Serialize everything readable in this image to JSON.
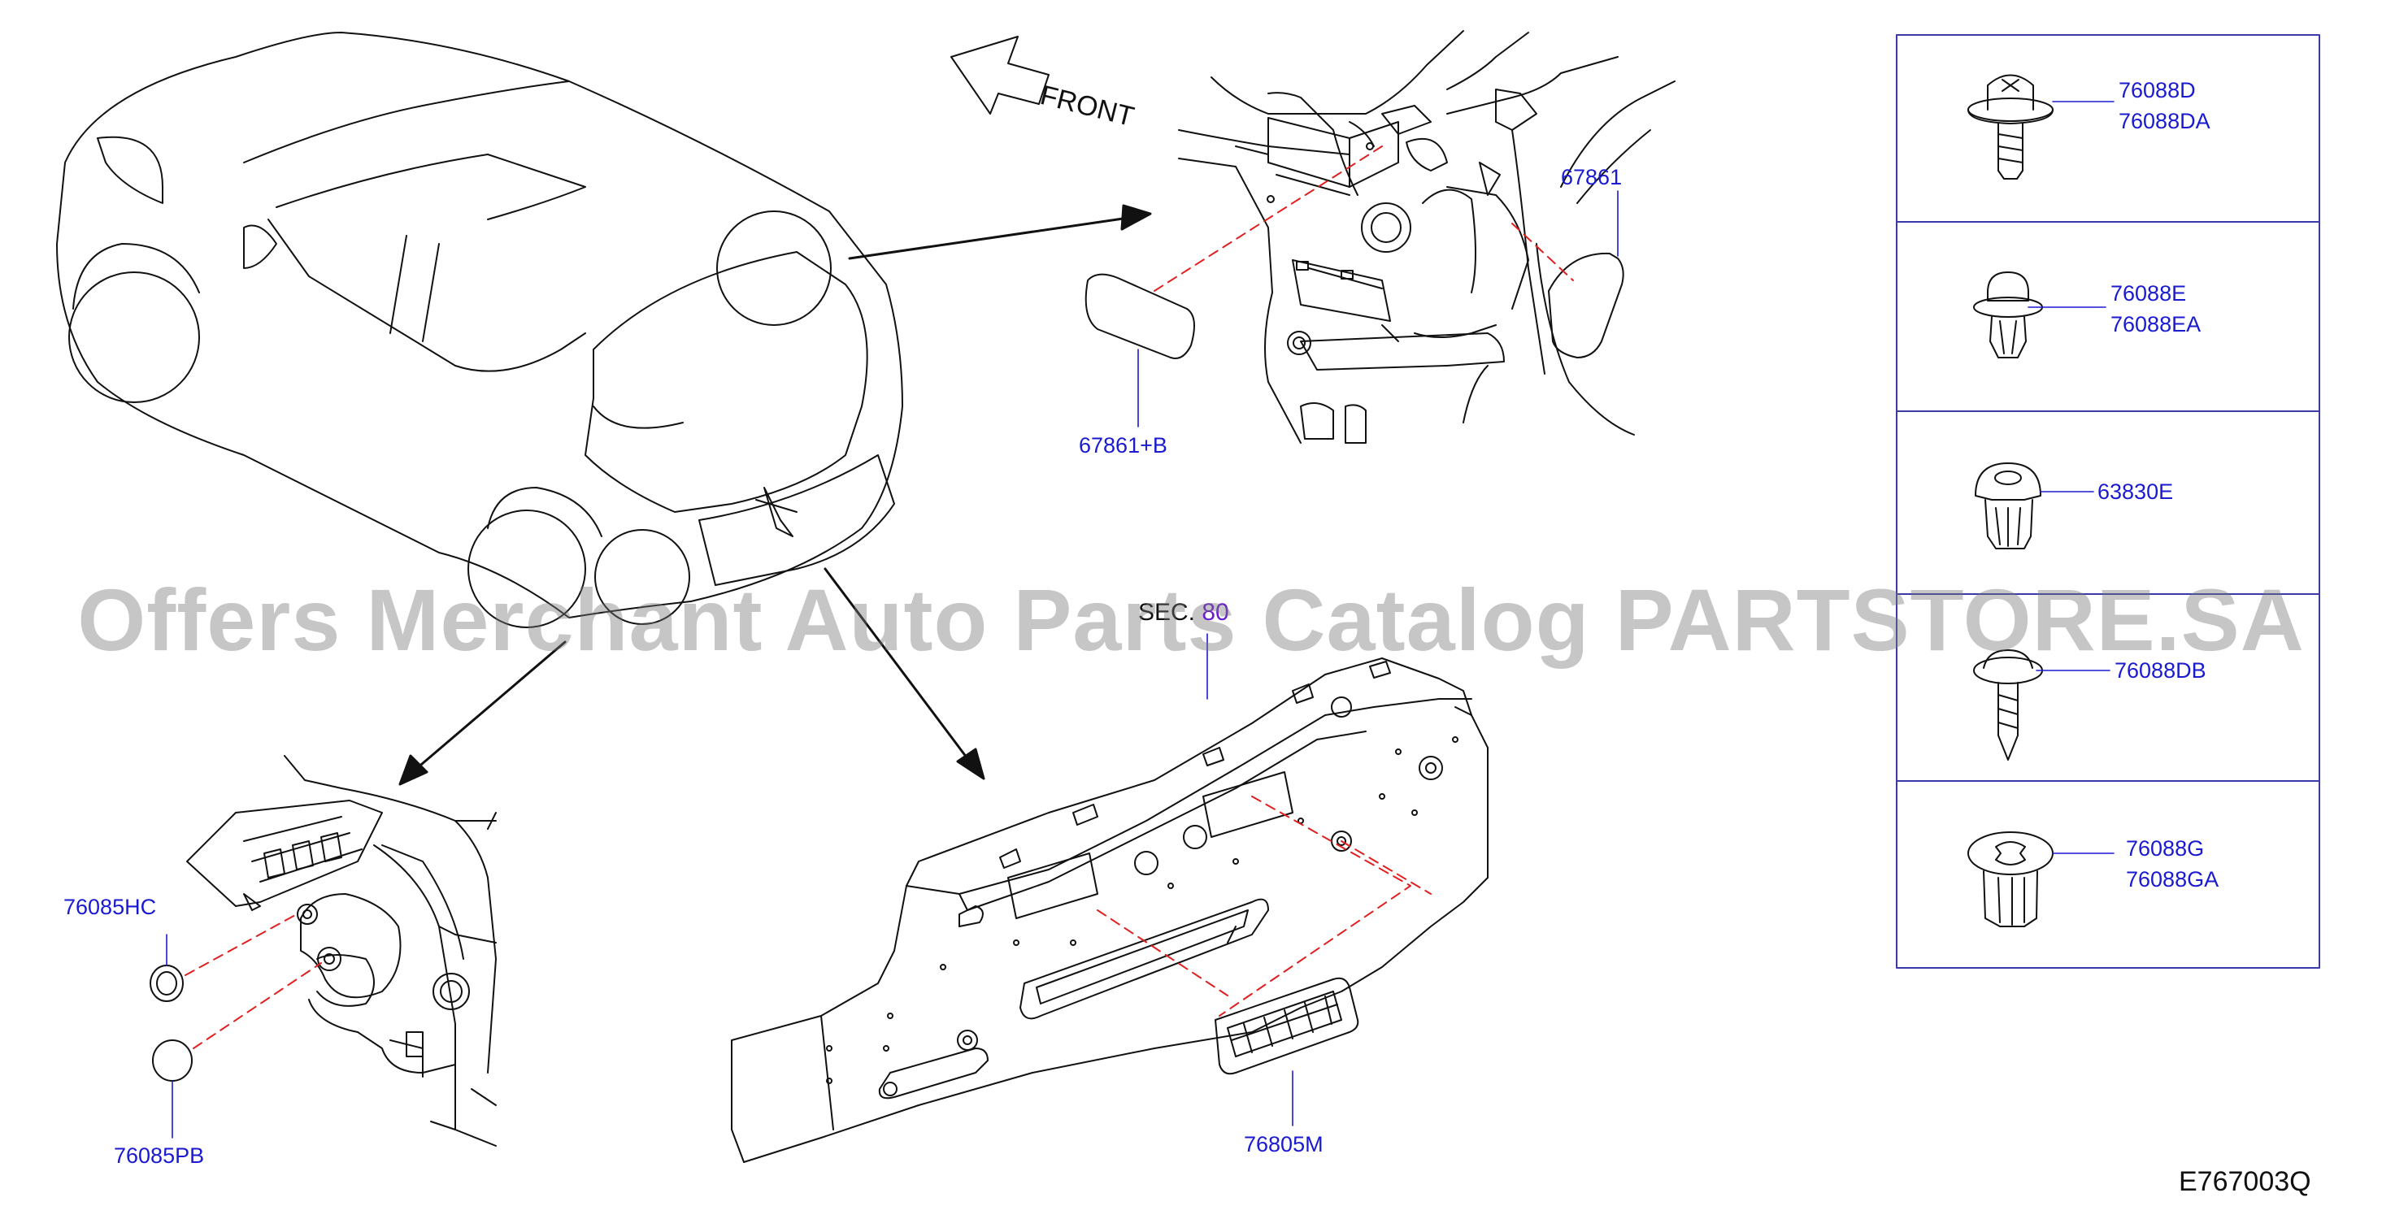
{
  "diagram": {
    "front_label": "FRONT",
    "section_ref": {
      "prefix": "SEC.",
      "number": "80"
    },
    "watermark": "Offers Merchant Auto Parts Catalog PARTSTORE.SA",
    "drawing_code": "E767003Q",
    "callouts": {
      "p67861": "67861",
      "p67861b": "67861+B",
      "p76085hc": "76085HC",
      "p76085pb": "76085PB",
      "p76805m": "76805M"
    },
    "legend": [
      {
        "lines": [
          "76088D",
          "76088DA"
        ]
      },
      {
        "lines": [
          "76088E",
          "76088EA"
        ]
      },
      {
        "lines": [
          "63830E"
        ]
      },
      {
        "lines": [
          "76088DB"
        ]
      },
      {
        "lines": [
          "76088G",
          "76088GA"
        ]
      }
    ],
    "colors": {
      "callout": "#1a1ad0",
      "leader": "#e02020",
      "legend_border": "#3a3aa8",
      "line": "#111111"
    }
  }
}
